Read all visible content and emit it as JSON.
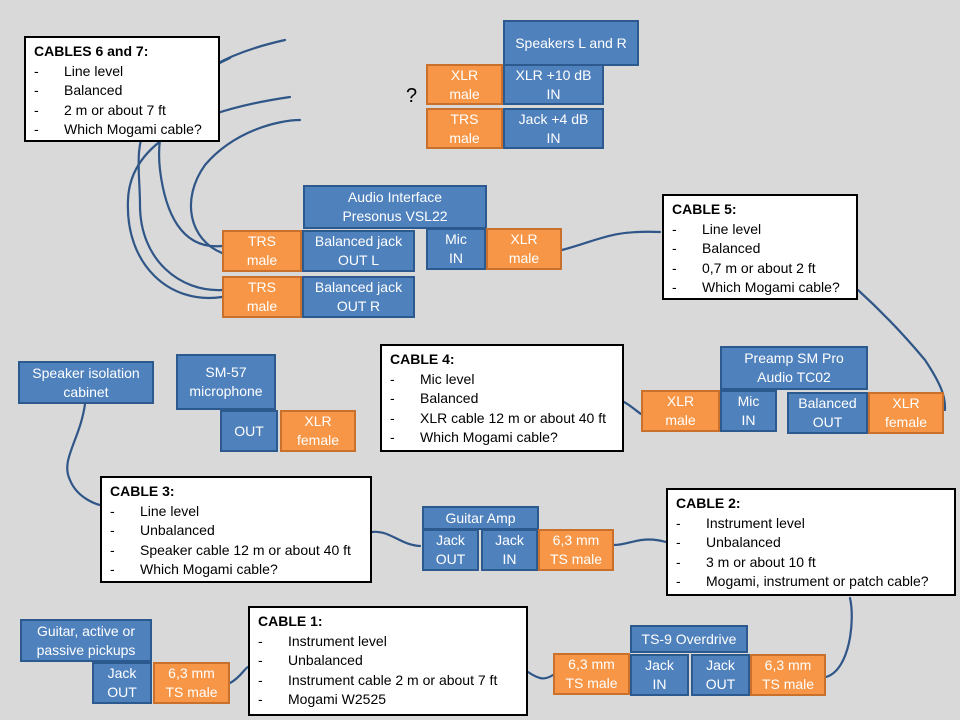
{
  "devices": {
    "speakers_title": "Speakers L and R",
    "speakers_xlr_in": "XLR +10 dB\nIN",
    "speakers_jack_in": "Jack +4 dB\nIN",
    "interface_title": "Audio Interface\nPresonus VSL22",
    "interface_out_l": "Balanced jack\nOUT L",
    "interface_out_r": "Balanced jack\nOUT R",
    "interface_mic_in": "Mic\nIN",
    "preamp_title": "Preamp SM Pro\nAudio TC02",
    "preamp_mic_in": "Mic\nIN",
    "preamp_balanced_out": "Balanced\nOUT",
    "sm57_title": "SM-57\nmicrophone",
    "sm57_out": "OUT",
    "cabinet_title": "Speaker isolation\ncabinet",
    "amp_title": "Guitar Amp",
    "amp_jack_out": "Jack\nOUT",
    "amp_jack_in": "Jack\nIN",
    "overdrive_title": "TS-9 Overdrive",
    "overdrive_jack_in": "Jack\nIN",
    "overdrive_jack_out": "Jack\nOUT",
    "guitar_title": "Guitar, active or\npassive pickups",
    "guitar_jack_out": "Jack\nOUT"
  },
  "connectors": {
    "speakers_xlr_male": "XLR\nmale",
    "speakers_trs_male": "TRS\nmale",
    "interface_trs_l": "TRS\nmale",
    "interface_trs_r": "TRS\nmale",
    "interface_xlr_male": "XLR\nmale",
    "preamp_xlr_male": "XLR\nmale",
    "preamp_xlr_female": "XLR\nfemale",
    "sm57_xlr_female": "XLR\nfemale",
    "amp_ts_male": "6,3 mm\nTS male",
    "overdrive_ts_in": "6,3 mm\nTS male",
    "overdrive_ts_out": "6,3 mm\nTS male",
    "guitar_ts_male": "6,3 mm\nTS male"
  },
  "question_mark": "?",
  "cables": {
    "c67": {
      "title": "CABLES 6 and 7:",
      "items": [
        {
          "dash": "-",
          "text": "Line level"
        },
        {
          "dash": "-",
          "text": "Balanced"
        },
        {
          "dash": "-",
          "text": "2 m or about 7 ft"
        },
        {
          "dash": "-",
          "text": "Which Mogami cable?"
        }
      ]
    },
    "c5": {
      "title": "CABLE 5:",
      "items": [
        {
          "dash": "-",
          "text": "Line level"
        },
        {
          "dash": "-",
          "text": "Balanced"
        },
        {
          "dash": "-",
          "text": "0,7 m or about 2 ft"
        },
        {
          "dash": "-",
          "text": "Which Mogami cable?"
        }
      ]
    },
    "c4": {
      "title": "CABLE 4:",
      "items": [
        {
          "dash": "-",
          "text": "Mic level"
        },
        {
          "dash": "-",
          "text": "Balanced"
        },
        {
          "dash": "-",
          "text": "XLR cable 12 m or about 40 ft"
        },
        {
          "dash": "-",
          "text": "Which Mogami cable?"
        }
      ]
    },
    "c3": {
      "title": "CABLE 3:",
      "items": [
        {
          "dash": "-",
          "text": "Line level"
        },
        {
          "dash": "-",
          "text": "Unbalanced"
        },
        {
          "dash": "-",
          "text": "Speaker cable 12 m or about 40 ft"
        },
        {
          "dash": "-",
          "text": "Which Mogami cable?"
        }
      ]
    },
    "c2": {
      "title": "CABLE 2:",
      "items": [
        {
          "dash": "-",
          "text": "Instrument level"
        },
        {
          "dash": "-",
          "text": "Unbalanced"
        },
        {
          "dash": "-",
          "text": "3 m or about 10 ft"
        },
        {
          "dash": "-",
          "text": "Mogami, instrument or patch cable?"
        }
      ]
    },
    "c1": {
      "title": "CABLE 1:",
      "items": [
        {
          "dash": "-",
          "text": "Instrument level"
        },
        {
          "dash": "-",
          "text": "Unbalanced"
        },
        {
          "dash": "-",
          "text": "Instrument cable 2 m or about 7 ft"
        },
        {
          "dash": "-",
          "text": "Mogami W2525"
        }
      ]
    }
  },
  "colors": {
    "device": "#4f81bd",
    "connector": "#f79646",
    "wire": "#2f5687",
    "background": "#d9d9d9"
  }
}
